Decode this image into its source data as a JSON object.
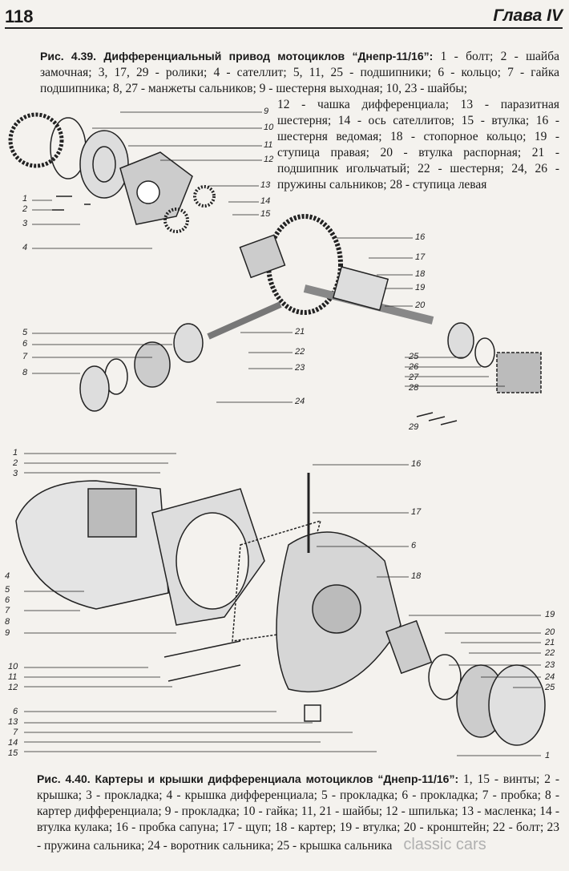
{
  "header": {
    "page_number": "118",
    "chapter": "Глава IV"
  },
  "figure_1": {
    "caption_title": "Рис. 4.39. Дифференциальный привод мотоциклов “Днепр-11/16”:",
    "caption_line1": " 1 - болт; 2 - шайба замочная; 3, 17, 29 - ролики; 4 - сателлит; 5, 11, 25 - подшипники; 6 - кольцо; 7 - гайка подшипника; 8, 27 - манжеты сальников; 9 - шестерня выходная; 10, 23 - шайбы;",
    "caption_line2": "12 - чашка дифференциала; 13 - паразитная шестерня; 14 - ось сателлитов; 15 - втулка; 16 - шестерня ведомая; 18 - стопорное кольцо; 19 - ступица правая; 20 - втулка распорная; 21 - подшипник игольчатый; 22 - шестерня; 24, 26 - пружины сальников; 28 - ступица левая",
    "callouts_left": [
      "1",
      "2",
      "3",
      "4",
      "5",
      "6",
      "7",
      "8"
    ],
    "callouts_right": [
      "9",
      "10",
      "11",
      "12",
      "13",
      "14",
      "15",
      "16",
      "17",
      "18",
      "19",
      "20",
      "21",
      "22",
      "23",
      "24",
      "25",
      "26",
      "27",
      "28",
      "29"
    ]
  },
  "figure_2": {
    "caption_title": "Рис. 4.40. Картеры и крышки дифференциала мотоциклов “Днепр-11/16”:",
    "caption_text": " 1, 15 - винты; 2 - крышка; 3 - прокладка; 4 - крышка дифференциала; 5 - прокладка; 6 - прокладка; 7 - пробка; 8 - картер дифференциала; 9 - прокладка; 10 - гайка; 11, 21 - шайбы; 12 - шпилька; 13 - масленка; 14 - втулка кулака; 16 - пробка сапуна; 17 - щуп; 18 - картер; 19 - втулка; 20 - кронштейн; 22 - болт; 23 - пружина сальника; 24 - воротник сальника; 25 - крышка сальника",
    "callouts_left": [
      "1",
      "2",
      "3",
      "4",
      "5",
      "6",
      "7",
      "8",
      "9",
      "10",
      "11",
      "12",
      "6",
      "13",
      "7",
      "14",
      "15"
    ],
    "callouts_right": [
      "16",
      "17",
      "6",
      "18",
      "19",
      "20",
      "21",
      "22",
      "23",
      "24",
      "25",
      "1"
    ]
  },
  "watermark": "classic cars"
}
